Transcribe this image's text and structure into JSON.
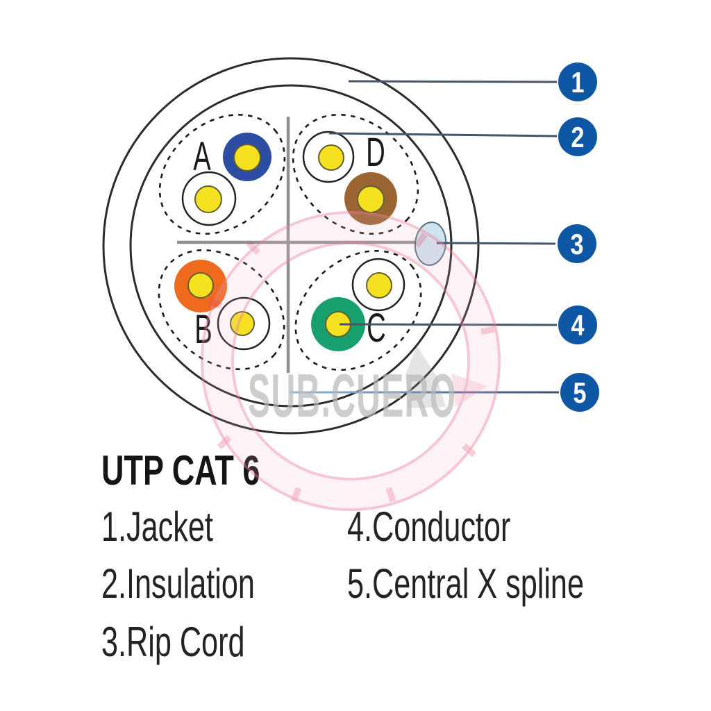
{
  "diagram": {
    "type": "cable-cross-section",
    "pairs": [
      {
        "label": "A",
        "quadrant": "top-left",
        "colored_conductor": "blue",
        "conductors": [
          "blue/yellow",
          "white/yellow"
        ]
      },
      {
        "label": "D",
        "quadrant": "top-right",
        "colored_conductor": "brown",
        "conductors": [
          "white/yellow",
          "brown/yellow"
        ]
      },
      {
        "label": "B",
        "quadrant": "bottom-left",
        "colored_conductor": "orange",
        "conductors": [
          "orange/yellow",
          "white/yellow"
        ]
      },
      {
        "label": "C",
        "quadrant": "bottom-right",
        "colored_conductor": "green",
        "conductors": [
          "white/yellow",
          "green/yellow"
        ]
      }
    ],
    "callouts": [
      {
        "number": "1",
        "target": "Jacket"
      },
      {
        "number": "2",
        "target": "Insulation"
      },
      {
        "number": "3",
        "target": "Rip Cord"
      },
      {
        "number": "4",
        "target": "Conductor"
      },
      {
        "number": "5",
        "target": "Central X spline"
      }
    ],
    "colors": {
      "callout_blue": "#0e57a5",
      "callout_number": "#ffffff",
      "leader_line": "#44566b",
      "leader_line_light": "#8fb6d4",
      "jacket_stroke": "#2b2b2b",
      "spline_gray": "#909090",
      "conductor_yellow": "#f6e121",
      "yellow_outline": "#5f5f33",
      "pair_blue": "#2d4da5",
      "pair_orange": "#f06a1d",
      "pair_green": "#17a06e",
      "pair_brown": "#9a6433",
      "white_insulation": "#ffffff",
      "rip_cord_fill": "#cfe3ef",
      "rip_cord_stroke": "#55707f",
      "dashed_ellipse": "#1a1a1a"
    }
  },
  "legend": {
    "title": "UTP CAT 6",
    "columns": [
      {
        "items": [
          {
            "text": "1.Jacket"
          },
          {
            "text": "2.Insulation"
          },
          {
            "text": "3.Rip Cord"
          }
        ]
      },
      {
        "items": [
          {
            "text": "4.Conductor"
          },
          {
            "text": "5.Central X spline"
          }
        ]
      }
    ]
  },
  "watermark": {
    "text": "SUB.CUERO",
    "ring_color": "#ec82a0",
    "text_color": "#b9b9b9"
  }
}
